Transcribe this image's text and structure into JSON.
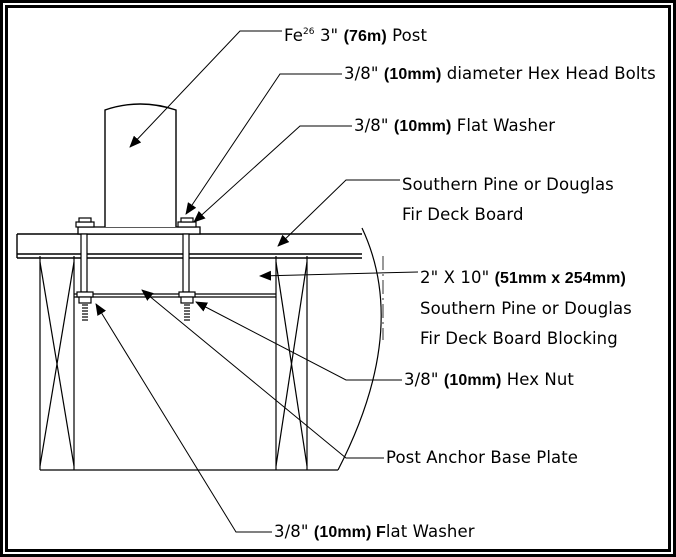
{
  "labels": {
    "post": {
      "pre": "Fe",
      "sup": "26",
      "mid": " 3\" ",
      "bold": "(76m)",
      "post": " Post"
    },
    "bolts": {
      "pre": "3/8\" ",
      "bold": "(10mm)",
      "post": " diameter Hex Head Bolts"
    },
    "washer_top": {
      "pre": "3/8\" ",
      "bold": "(10mm)",
      "post": " Flat Washer"
    },
    "deck_board": {
      "line1": "Southern Pine or Douglas",
      "line2": "Fir Deck Board"
    },
    "blocking": {
      "pre": "2\" X 10\" ",
      "bold": "(51mm x 254mm)",
      "line2": "Southern Pine or Douglas",
      "line3": "Fir Deck Board Blocking"
    },
    "hex_nut": {
      "pre": "3/8\" ",
      "bold": "(10mm)",
      "post": " Hex Nut"
    },
    "base_plate": {
      "text": "Post Anchor Base Plate"
    },
    "washer_bottom": {
      "pre": "3/8\" ",
      "bold": "(10mm) F",
      "post": "lat Washer"
    }
  }
}
